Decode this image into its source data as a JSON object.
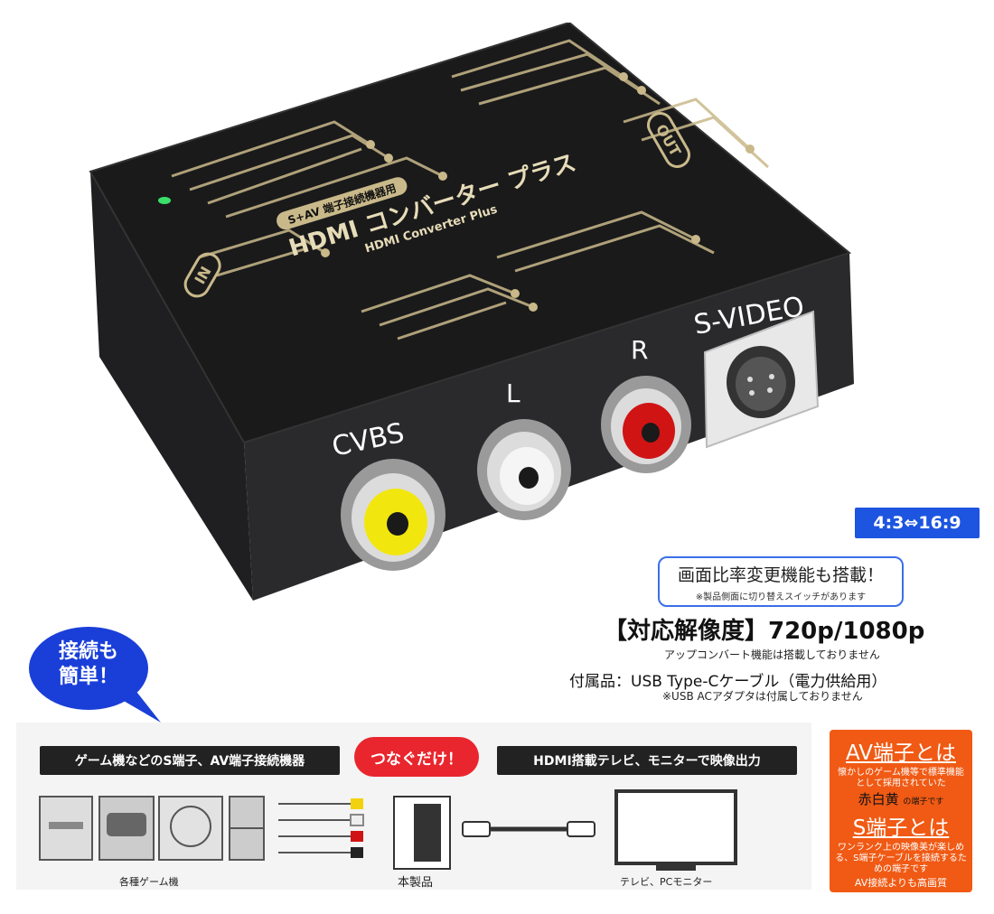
{
  "product": {
    "label_small": "S+AV 端子接続機器用",
    "label_main": "HDMI コンバーター プラス",
    "label_sub": "HDMI Converter Plus",
    "in_label": "IN",
    "out_label": "OUT",
    "port_cvbs": "CVBS",
    "port_l": "L",
    "port_r": "R",
    "port_svideo": "S-VIDEO"
  },
  "specs": {
    "ratio_badge": "4:3⇔16:9",
    "ratio_title": "画面比率変更機能も搭載！",
    "ratio_note": "※製品側面に切り替えスイッチがあります",
    "resolution": "【対応解像度】720p/1080p",
    "resolution_note": "アップコンバート機能は搭載しておりません",
    "accessory": "付属品：USB Type-Cケーブル（電力供給用）",
    "accessory_note": "※USB ACアダプタは付属しておりません"
  },
  "bubble": {
    "line1": "接続も",
    "line2": "簡単！"
  },
  "diagram": {
    "left_tag": "ゲーム機などのS端子、AV端子接続機器",
    "only_tag": "つなぐだけ！",
    "right_tag": "HDMI搭載テレビ、モニターで映像出力",
    "cap_consoles": "各種ゲーム機",
    "cap_device": "本製品",
    "cap_tv": "テレビ、PCモニター"
  },
  "info": {
    "av_title": "AV端子とは",
    "av_text": "懐かしのゲーム機等で標準機能として採用されていた",
    "av_highlight": "赤白黄",
    "av_suffix": "の端子です",
    "s_title": "S端子とは",
    "s_text": "ワンランク上の映像美が楽しめる、S端子ケーブルを接続するための端子です",
    "s_note": "AV接続よりも高画質"
  },
  "colors": {
    "accent_blue": "#1d55e0",
    "red": "#e9262e",
    "orange": "#f05a14",
    "gold": "#c9b98a"
  }
}
